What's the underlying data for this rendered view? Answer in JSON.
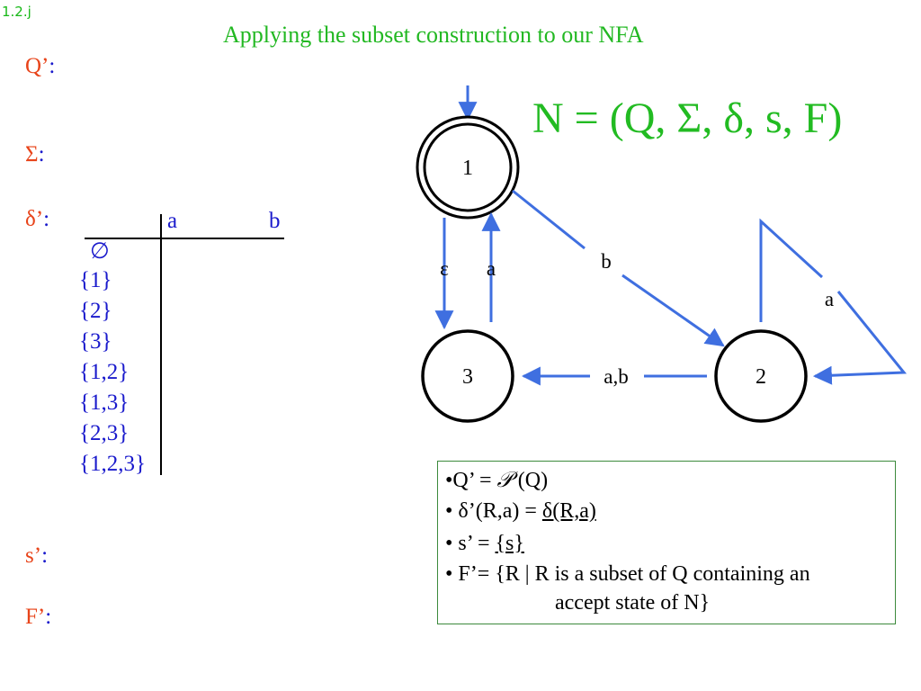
{
  "slide": {
    "number": "1.2.j",
    "title": "Applying the subset construction to our NFA"
  },
  "labels": {
    "q_prime": "Q’",
    "sigma": "Σ",
    "delta_prime": "δ’",
    "s_prime": "s’",
    "f_prime": "F’",
    "colon": ":"
  },
  "table": {
    "columns": [
      "a",
      "b"
    ],
    "rows": [
      "∅",
      "{1}",
      "{2}",
      "{3}",
      "{1,2}",
      "{1,3}",
      "{2,3}",
      "{1,2,3}"
    ]
  },
  "nfa": {
    "definition": "N = (Q, Σ, δ, s, F)",
    "states": [
      "1",
      "2",
      "3"
    ],
    "start_state": "1",
    "accept_states": [
      "1"
    ],
    "edges": [
      {
        "from": "1",
        "to": "2",
        "label": "b"
      },
      {
        "from": "1",
        "to": "3",
        "label": "ε"
      },
      {
        "from": "3",
        "to": "1",
        "label": "a"
      },
      {
        "from": "2",
        "to": "2",
        "label": "a"
      },
      {
        "from": "2",
        "to": "3",
        "label": "a,b"
      }
    ],
    "colors": {
      "edge": "#3f6fe0",
      "state_stroke": "#000000"
    }
  },
  "summary_box": {
    "line1_prefix": "•Q’ = ",
    "line1_symbol": "𝒫",
    "line1_suffix": " (Q)",
    "line2_prefix": "• δ’(R,a) = ",
    "line2_underlined": "δ(R,a)",
    "line3_prefix": "• s’ = ",
    "line3_underlined": "{s}",
    "line4": "• F’= {R | R is a subset of Q containing an",
    "line5": "accept state of N}"
  }
}
